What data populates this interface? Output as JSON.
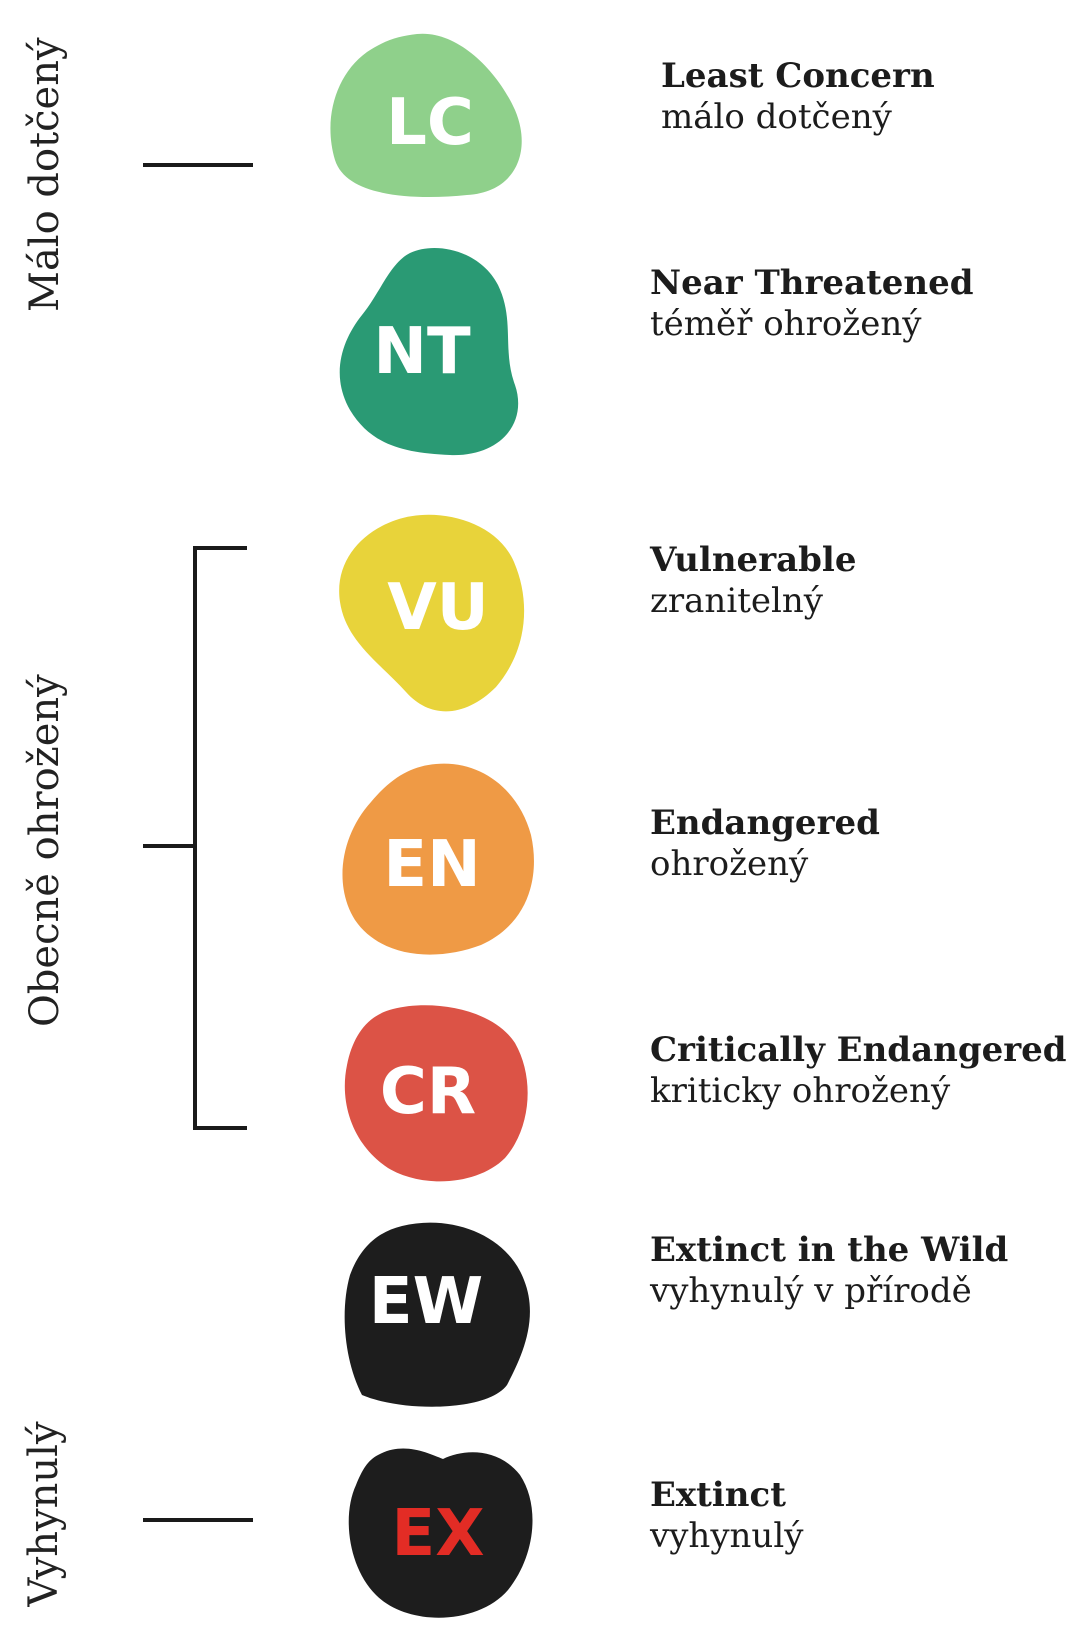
{
  "groups": {
    "low": "Málo dotčený",
    "threatened": "Obecně ohrožený",
    "extinct": "Vyhynulý"
  },
  "categories": [
    {
      "code": "LC",
      "en": "Least Concern",
      "cz": "málo dotčený",
      "color": "#8fd08b",
      "text_color": "#ffffff"
    },
    {
      "code": "NT",
      "en": "Near Threatened",
      "cz": "téměř ohrožený",
      "color": "#2a9a74",
      "text_color": "#ffffff"
    },
    {
      "code": "VU",
      "en": "Vulnerable",
      "cz": "zranitelný",
      "color": "#e8d33a",
      "text_color": "#ffffff"
    },
    {
      "code": "EN",
      "en": "Endangered",
      "cz": "ohrožený",
      "color": "#ef9a45",
      "text_color": "#ffffff"
    },
    {
      "code": "CR",
      "en": "Critically Endangered",
      "cz": "kriticky ohrožený",
      "color": "#dc5346",
      "text_color": "#ffffff"
    },
    {
      "code": "EW",
      "en": "Extinct in the Wild",
      "cz": "vyhynulý v přírodě",
      "color": "#1d1d1d",
      "text_color": "#ffffff"
    },
    {
      "code": "EX",
      "en": "Extinct",
      "cz": "vyhynulý",
      "color": "#1d1d1d",
      "text_color": "#e32c25"
    }
  ]
}
